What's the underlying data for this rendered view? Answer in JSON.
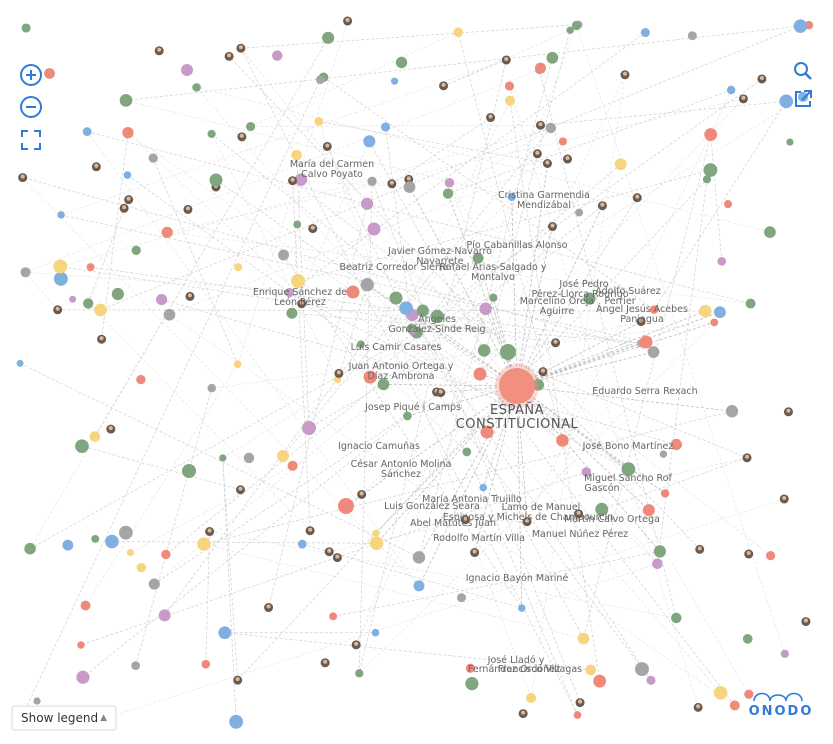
{
  "controls": {
    "zoom_in": "plus-circle-icon",
    "zoom_out": "minus-circle-icon",
    "fit": "fullscreen-icon",
    "search": "search-icon",
    "open_external": "external-link-icon",
    "accent": "#2f7bd6"
  },
  "legend": {
    "label": "Show legend"
  },
  "brand": {
    "name": "ONODO",
    "color": "#2f7bd6"
  },
  "graph": {
    "center": {
      "line1": "ESPAÑA",
      "line2": "CONSTITUCIONAL"
    },
    "labels": [
      {
        "id": "calvo_poyato",
        "lines": [
          "María del Carmen",
          "Calvo Poyato"
        ]
      },
      {
        "id": "garmendia",
        "lines": [
          "Cristina Garmendia",
          "Mendizábal"
        ]
      },
      {
        "id": "cabanillas",
        "lines": [
          "Pío Cabanillas Alonso"
        ]
      },
      {
        "id": "gomez",
        "lines": [
          "Javier Gómez-Navarro",
          "Navarrete"
        ]
      },
      {
        "id": "corredor",
        "lines": [
          "Beatriz Corredor Sierra"
        ]
      },
      {
        "id": "arias",
        "lines": [
          "Rafael Arias-Salgado y",
          "Montalvo"
        ]
      },
      {
        "id": "sanchez",
        "lines": [
          "Enrique Sánchez de",
          "León Pérez"
        ]
      },
      {
        "id": "pedro",
        "lines": [
          "José Pedro"
        ]
      },
      {
        "id": "perez_llorca",
        "lines": [
          "Pérez-Llorca Rodrigo"
        ]
      },
      {
        "id": "suarez",
        "lines": [
          "Adolfo Suárez"
        ]
      },
      {
        "id": "oreja",
        "lines": [
          "Marcelino Oreja",
          "Aguirre"
        ]
      },
      {
        "id": "perrier",
        "lines": [
          "Perrier"
        ]
      },
      {
        "id": "acebes",
        "lines": [
          "Ángel Jesús Acebes",
          "Paniagua"
        ]
      },
      {
        "id": "gonzalez_sinde",
        "lines": [
          "Ángeles",
          "González-Sinde Reig"
        ]
      },
      {
        "id": "camir",
        "lines": [
          "Luis Camir Casares"
        ]
      },
      {
        "id": "ortega",
        "lines": [
          "Juan Antonio Ortega y",
          "Díaz Ambrona"
        ]
      },
      {
        "id": "serra",
        "lines": [
          "Eduardo Serra Rexach"
        ]
      },
      {
        "id": "pique",
        "lines": [
          "Josep Piqué i Camps"
        ]
      },
      {
        "id": "camunas",
        "lines": [
          "Ignacio Camuñas"
        ]
      },
      {
        "id": "bono",
        "lines": [
          "José Bono Martínez"
        ]
      },
      {
        "id": "molina",
        "lines": [
          "César Antonio Molina",
          "Sánchez"
        ]
      },
      {
        "id": "sancho",
        "lines": [
          "Miguel Sancho Rof"
        ]
      },
      {
        "id": "gascon",
        "lines": [
          "Gascón"
        ]
      },
      {
        "id": "trujillo",
        "lines": [
          "María Antonia Trujillo"
        ]
      },
      {
        "id": "seara",
        "lines": [
          "Luis González Seara"
        ]
      },
      {
        "id": "lamo",
        "lines": [
          "Lamo de Manuel"
        ]
      },
      {
        "id": "espinosa",
        "lines": [
          "Espinosa y Michels de Champourcín"
        ]
      },
      {
        "id": "matutes",
        "lines": [
          "Abel Matutes Juan"
        ]
      },
      {
        "id": "calvo_ortega",
        "lines": [
          "Martín Calvo Ortega"
        ]
      },
      {
        "id": "nunez",
        "lines": [
          "Manuel Núñez Pérez"
        ]
      },
      {
        "id": "martin_villa",
        "lines": [
          "Rodolfo Martín Villa"
        ]
      },
      {
        "id": "bayon",
        "lines": [
          "Ignacio Bayón Mariné"
        ]
      },
      {
        "id": "lladó",
        "lines": [
          "José Lladó y"
        ]
      },
      {
        "id": "ordonez",
        "lines": [
          "Fernández Ordóñez"
        ]
      },
      {
        "id": "vilagas",
        "lines": [
          "Francisco Villagas"
        ]
      }
    ],
    "colors": {
      "center": "#f29080",
      "red": "#ef8a7b",
      "green": "#7fa67f",
      "purple": "#c79ac7",
      "yellow": "#f7d57e",
      "blue": "#7fb0e0",
      "gray": "#a5a5a5",
      "olive": "#d6cf72",
      "edge": "#cfcfcf"
    }
  }
}
